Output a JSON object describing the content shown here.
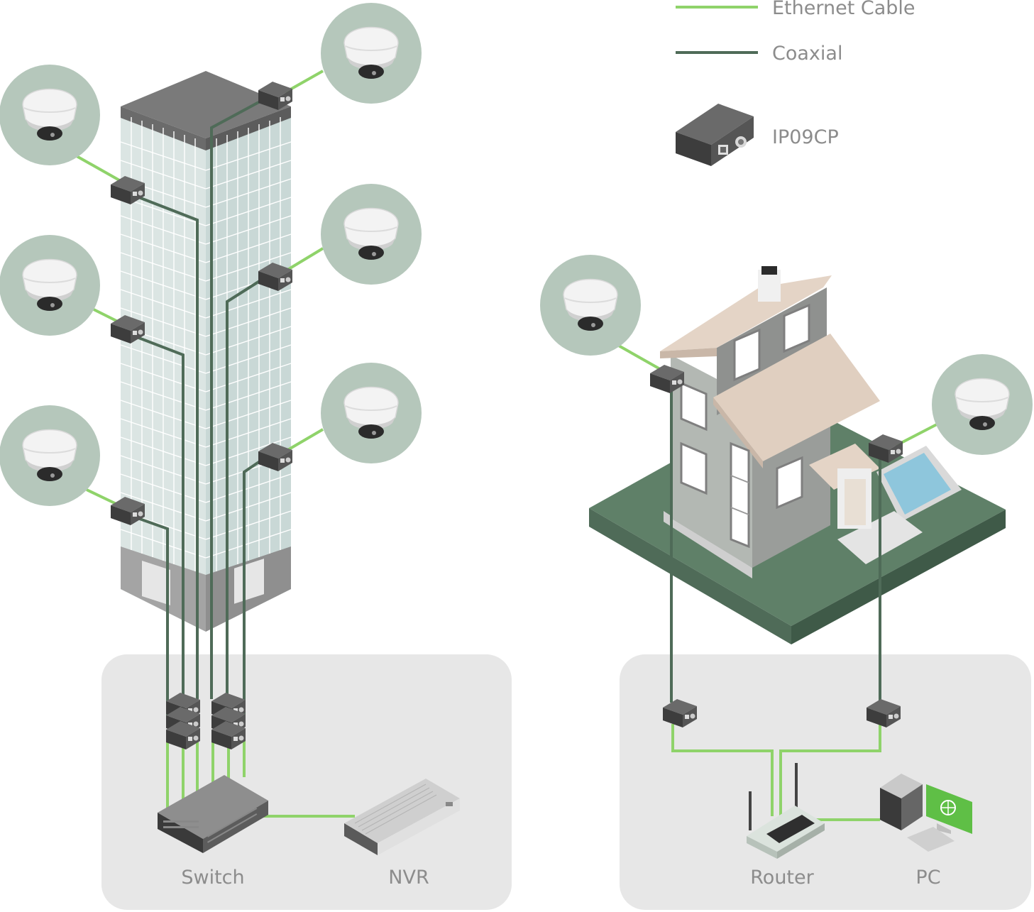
{
  "legend": {
    "ethernet_label": "Ethernet Cable",
    "coaxial_label": "Coaxial",
    "device_label": "IP09CP"
  },
  "devices": {
    "switch_label": "Switch",
    "nvr_label": "NVR",
    "router_label": "Router",
    "pc_label": "PC"
  },
  "colors": {
    "ethernet": "#8fd36a",
    "coaxial": "#4f6b58",
    "camera_circle": "#b5c7bb",
    "panel_bg": "#e7e7e7",
    "lawn": "#5f8068"
  },
  "icons": {
    "camera": "dome-camera-icon",
    "adapter": "ip09cp-adapter-icon",
    "switch": "network-switch-icon",
    "nvr": "nvr-icon",
    "router": "wifi-router-icon",
    "pc": "desktop-pc-icon",
    "building": "office-tower-icon",
    "house": "house-icon"
  }
}
